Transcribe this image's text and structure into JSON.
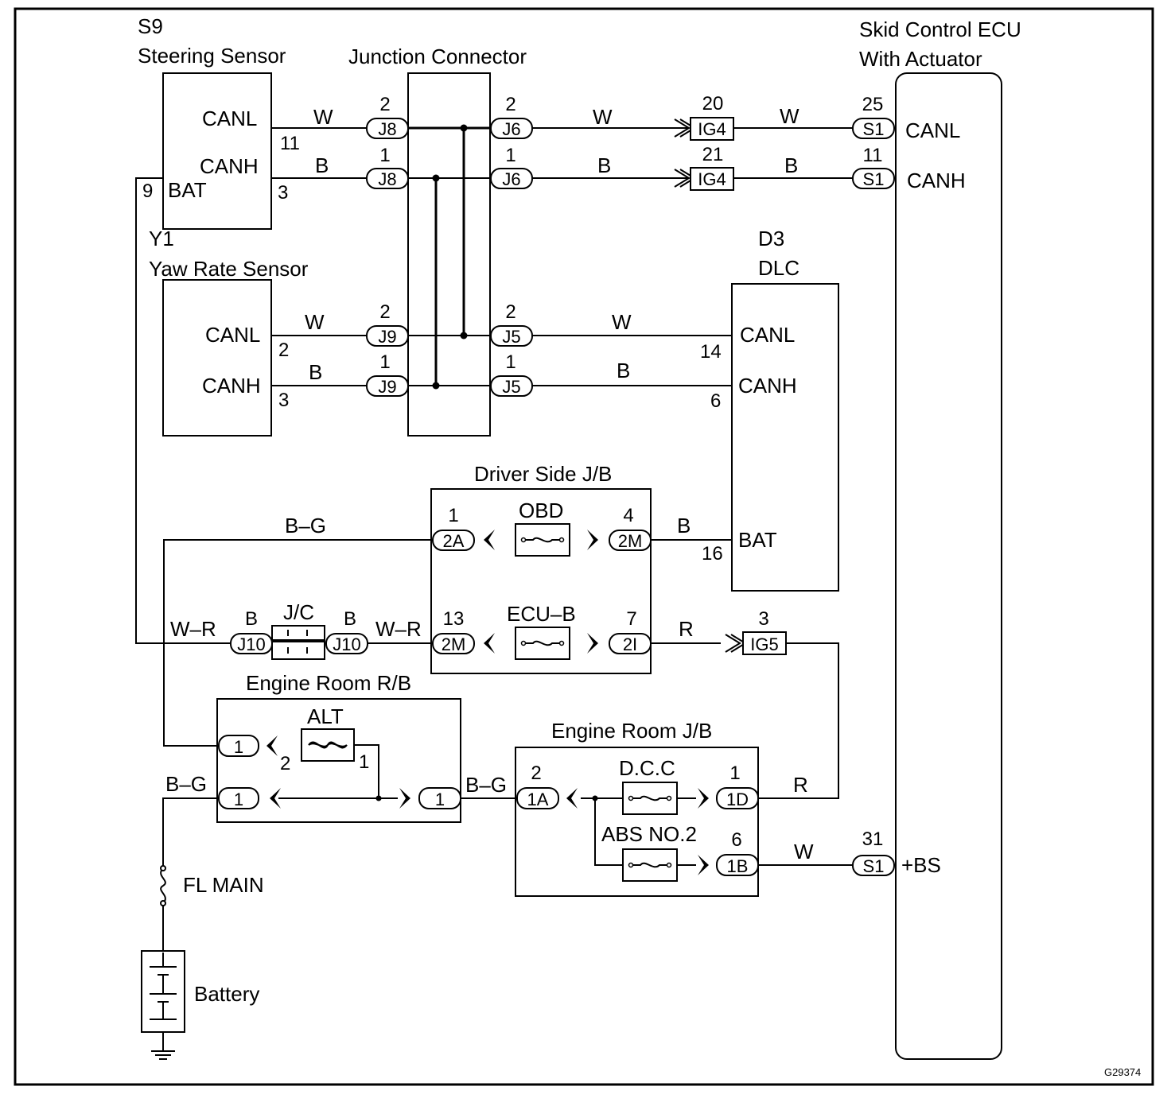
{
  "figure_id": "G29374",
  "components": {
    "steering_sensor": {
      "code": "S9",
      "name": "Steering Sensor",
      "canl": "CANL",
      "canh": "CANH",
      "bat": "BAT",
      "pin_canl": "11",
      "pin_canh": "3",
      "pin_bat": "9"
    },
    "yaw_rate_sensor": {
      "code": "Y1",
      "name": "Yaw Rate Sensor",
      "canl": "CANL",
      "canh": "CANH",
      "pin_canl": "2",
      "pin_canh": "3"
    },
    "junction_connector": {
      "name": "Junction Connector"
    },
    "skid_ecu": {
      "name_line1": "Skid Control ECU",
      "name_line2": "With Actuator",
      "canl": "CANL",
      "canh": "CANH",
      "bs": "+BS"
    },
    "dlc": {
      "code": "D3",
      "name": "DLC",
      "canl": "CANL",
      "canh": "CANH",
      "bat": "BAT",
      "pin_canl": "14",
      "pin_canh": "6",
      "pin_bat": "16"
    },
    "driver_jb": {
      "name": "Driver Side J/B",
      "fuse1": "OBD",
      "fuse2": "ECU–B"
    },
    "engine_rb": {
      "name": "Engine Room R/B",
      "fuse": "ALT",
      "pin_a": "2",
      "pin_b": "1"
    },
    "engine_jb": {
      "name": "Engine Room J/B",
      "fuse1": "D.C.C",
      "fuse2": "ABS NO.2"
    },
    "fl_main": {
      "name": "FL MAIN"
    },
    "battery": {
      "name": "Battery"
    },
    "jc": {
      "name": "J/C"
    }
  },
  "connectors": {
    "j8a": {
      "label": "J8",
      "pin": "2"
    },
    "j8b": {
      "label": "J8",
      "pin": "1"
    },
    "j6a": {
      "label": "J6",
      "pin": "2"
    },
    "j6b": {
      "label": "J6",
      "pin": "1"
    },
    "j9a": {
      "label": "J9",
      "pin": "2"
    },
    "j9b": {
      "label": "J9",
      "pin": "1"
    },
    "j5a": {
      "label": "J5",
      "pin": "2"
    },
    "j5b": {
      "label": "J5",
      "pin": "1"
    },
    "ig4a": {
      "label": "IG4",
      "pin": "20"
    },
    "ig4b": {
      "label": "IG4",
      "pin": "21"
    },
    "s1a": {
      "label": "S1",
      "pin": "25"
    },
    "s1b": {
      "label": "S1",
      "pin": "11"
    },
    "s1c": {
      "label": "S1",
      "pin": "31"
    },
    "c2a": {
      "label": "2A",
      "pin": "1"
    },
    "c2m_obd": {
      "label": "2M",
      "pin": "4"
    },
    "c2m_ecu": {
      "label": "2M",
      "pin": "13"
    },
    "c2i": {
      "label": "2I",
      "pin": "7"
    },
    "ig5": {
      "label": "IG5",
      "pin": "3"
    },
    "j10a": {
      "label": "J10",
      "pin": "B"
    },
    "j10b": {
      "label": "J10",
      "pin": "B"
    },
    "rb1": {
      "label": "1"
    },
    "rb2": {
      "label": "1"
    },
    "rb3": {
      "label": "1"
    },
    "c1a": {
      "label": "1A",
      "pin": "2"
    },
    "c1d": {
      "label": "1D",
      "pin": "1"
    },
    "c1b": {
      "label": "1B",
      "pin": "6"
    }
  },
  "wires": {
    "w1": "W",
    "b1": "B",
    "w2": "W",
    "b2": "B",
    "w3": "W",
    "b3": "B",
    "w4": "W",
    "b4": "B",
    "w5": "W",
    "b5": "B",
    "bg1": "B–G",
    "b6": "B",
    "wr1": "W–R",
    "wr2": "W–R",
    "r1": "R",
    "r2": "R",
    "bg2": "B–G",
    "bg3": "B–G",
    "w6": "W"
  }
}
